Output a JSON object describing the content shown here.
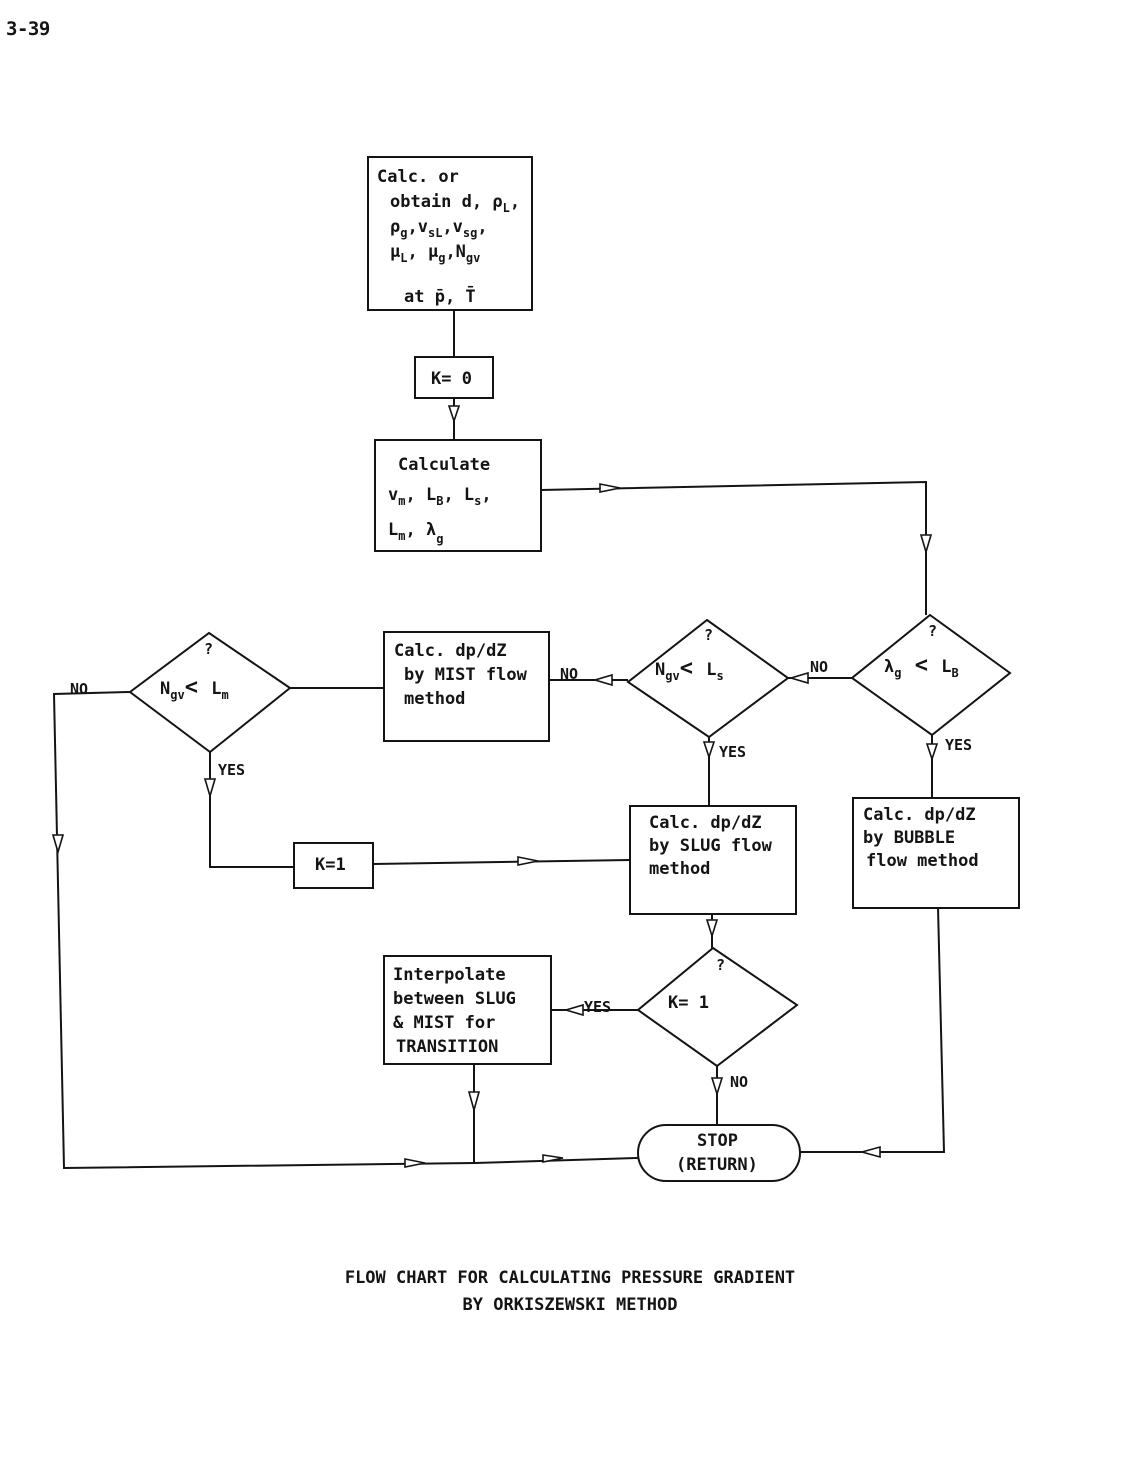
{
  "page_number": "3-39",
  "caption": {
    "line1": "FLOW CHART FOR CALCULATING PRESSURE GRADIENT",
    "line2": "BY ORKISZEWSKI METHOD"
  },
  "nodes": {
    "start": {
      "type": "process",
      "lines": [
        "Calc. or",
        "obtain d, ρL,",
        "ρg, vsL, vsg,",
        "μL, μg, Ngv",
        "at p̄, T̄"
      ]
    },
    "k0": {
      "type": "process",
      "text": "K= 0"
    },
    "calculate": {
      "type": "process",
      "lines": [
        "Calculate",
        "vm, LB, Ls,",
        "Lm, λg"
      ]
    },
    "dec_bubble": {
      "type": "decision",
      "question": "?",
      "text": "λg < LB"
    },
    "dec_slug": {
      "type": "decision",
      "question": "?",
      "text": "Ngv < Ls"
    },
    "dec_mist": {
      "type": "decision",
      "question": "?",
      "text": "Ngv < Lm"
    },
    "mist": {
      "type": "process",
      "lines": [
        "Calc. dp/dZ",
        "by MIST flow",
        "method"
      ]
    },
    "bubble": {
      "type": "process",
      "lines": [
        "Calc. dp/dZ",
        "by BUBBLE",
        "flow method"
      ]
    },
    "slug": {
      "type": "process",
      "lines": [
        "Calc. dp/dZ",
        "by SLUG flow",
        "method"
      ]
    },
    "k1": {
      "type": "process",
      "text": "K=1"
    },
    "dec_k": {
      "type": "decision",
      "question": "?",
      "text": "K= 1"
    },
    "interp": {
      "type": "process",
      "lines": [
        "Interpolate",
        "between SLUG",
        "& MIST for",
        "TRANSITION"
      ]
    },
    "stop": {
      "type": "terminal",
      "lines": [
        "STOP",
        "(RETURN)"
      ]
    }
  },
  "edge_labels": {
    "bubble_yes": "YES",
    "bubble_no": "NO",
    "slug_yes": "YES",
    "slug_no": "NO",
    "mist_yes": "YES",
    "mist_no": "NO",
    "k_yes": "YES",
    "k_no": "NO"
  },
  "edges": [
    {
      "from": "start",
      "to": "k0"
    },
    {
      "from": "k0",
      "to": "calculate"
    },
    {
      "from": "calculate",
      "to": "dec_bubble"
    },
    {
      "from": "dec_bubble",
      "to": "bubble",
      "label": "YES"
    },
    {
      "from": "dec_bubble",
      "to": "dec_slug",
      "label": "NO"
    },
    {
      "from": "dec_slug",
      "to": "slug",
      "label": "YES"
    },
    {
      "from": "dec_slug",
      "to": "mist",
      "label": "NO"
    },
    {
      "from": "mist",
      "to": "dec_mist"
    },
    {
      "from": "dec_mist",
      "to": "k1",
      "label": "YES"
    },
    {
      "from": "dec_mist",
      "to": "stop",
      "label": "NO"
    },
    {
      "from": "k1",
      "to": "slug"
    },
    {
      "from": "slug",
      "to": "dec_k"
    },
    {
      "from": "dec_k",
      "to": "interp",
      "label": "YES"
    },
    {
      "from": "dec_k",
      "to": "stop",
      "label": "NO"
    },
    {
      "from": "interp",
      "to": "stop"
    },
    {
      "from": "bubble",
      "to": "stop"
    }
  ]
}
